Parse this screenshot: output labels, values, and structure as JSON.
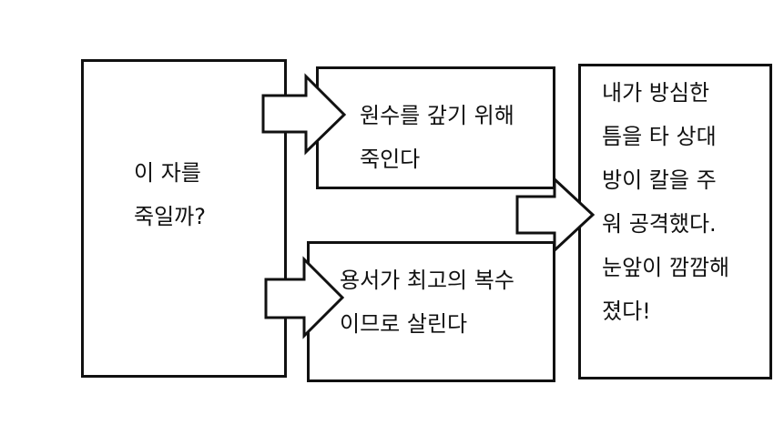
{
  "diagram": {
    "question": "이 자를\n죽일까?",
    "option_revenge": "원수를 갚기 위해\n죽인다",
    "option_forgive": "용서가 최고의 복수\n이므로 살린다",
    "outcome": "내가 방심한\n틈을 타 상대\n방이 칼을 주\n워 공격했다.\n눈앞이 깜깜해\n졌다!"
  },
  "colors": {
    "stroke": "#111111",
    "background": "#ffffff"
  }
}
